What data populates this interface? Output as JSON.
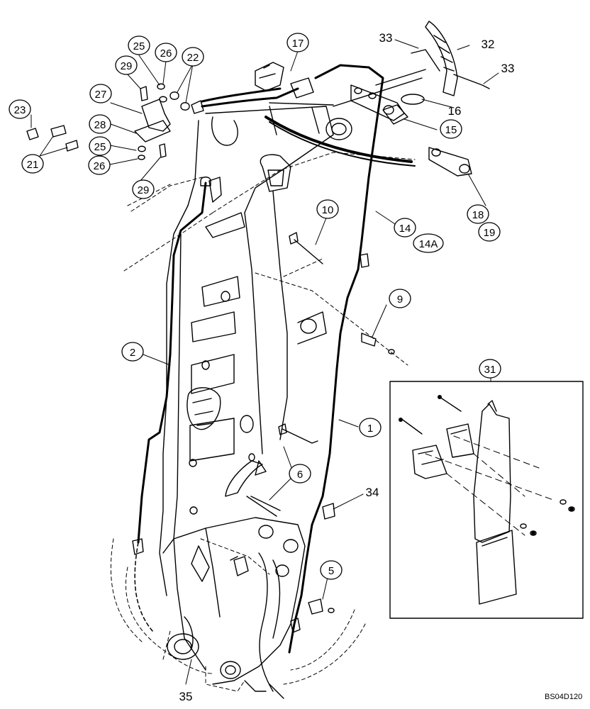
{
  "diagram": {
    "drawing_code": "BS04D120",
    "callouts": [
      {
        "text": "17",
        "circled": true
      },
      {
        "text": "25",
        "circled": true
      },
      {
        "text": "26",
        "circled": true
      },
      {
        "text": "29",
        "circled": true
      },
      {
        "text": "22",
        "circled": true
      },
      {
        "text": "23",
        "circled": true
      },
      {
        "text": "27",
        "circled": true
      },
      {
        "text": "28",
        "circled": true
      },
      {
        "text": "25",
        "circled": true
      },
      {
        "text": "21",
        "circled": true
      },
      {
        "text": "26",
        "circled": true
      },
      {
        "text": "29",
        "circled": true
      },
      {
        "text": "33",
        "circled": false
      },
      {
        "text": "32",
        "circled": false
      },
      {
        "text": "33",
        "circled": false
      },
      {
        "text": "16",
        "circled": false
      },
      {
        "text": "15",
        "circled": true
      },
      {
        "text": "18",
        "circled": true
      },
      {
        "text": "19",
        "circled": true
      },
      {
        "text": "10",
        "circled": true
      },
      {
        "text": "14",
        "circled": true
      },
      {
        "text": "14A",
        "circled": true
      },
      {
        "text": "9",
        "circled": true
      },
      {
        "text": "2",
        "circled": true
      },
      {
        "text": "1",
        "circled": true
      },
      {
        "text": "31",
        "circled": true
      },
      {
        "text": "6",
        "circled": true
      },
      {
        "text": "34",
        "circled": false
      },
      {
        "text": "5",
        "circled": true
      },
      {
        "text": "35",
        "circled": false
      }
    ]
  }
}
